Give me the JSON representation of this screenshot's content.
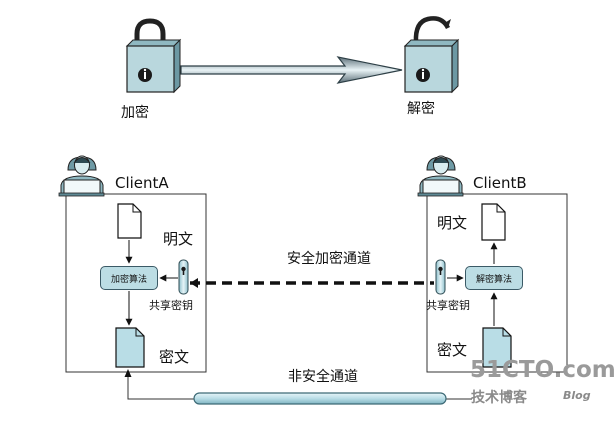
{
  "top": {
    "encrypt_label": "加密",
    "decrypt_label": "解密"
  },
  "client_a": {
    "name": "ClientA",
    "plaintext_label": "明文",
    "algorithm_label": "加密算法",
    "shared_key_label": "共享密钥",
    "ciphertext_label": "密文"
  },
  "client_b": {
    "name": "ClientB",
    "plaintext_label": "明文",
    "algorithm_label": "解密算法",
    "shared_key_label": "共享密钥",
    "ciphertext_label": "密文"
  },
  "channels": {
    "secure_label": "安全加密通道",
    "insecure_label": "非安全通道"
  },
  "watermark": {
    "site": "51CTO.com",
    "subtitle": "技术博客",
    "blog": "Blog"
  },
  "colors": {
    "lock_body": "#b9d7dd",
    "box_fill": "#bcdde4",
    "pipe_fill": "#b9dde6",
    "watermark": "#9a9a9a"
  }
}
